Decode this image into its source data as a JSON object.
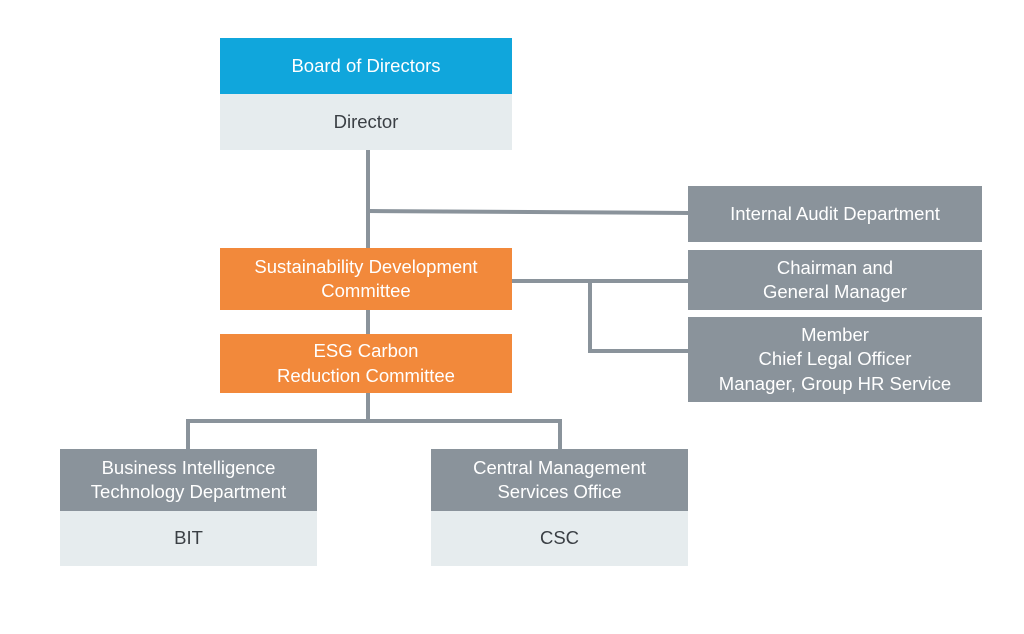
{
  "colors": {
    "header_blue": "#10a6dc",
    "sub_light": "#e6ecee",
    "committee_orange": "#f2893b",
    "unit_gray": "#8a939b",
    "connector": "#8a939b"
  },
  "board": {
    "title": "Board of Directors",
    "member": "Director"
  },
  "internal_audit": {
    "label": "Internal Audit Department"
  },
  "sustainability_committee": {
    "label": "Sustainability Development\nCommittee"
  },
  "chairman": {
    "label": "Chairman and\nGeneral Manager"
  },
  "members": {
    "label": "Member\nChief Legal Officer\nManager, Group HR Service"
  },
  "esg_committee": {
    "label": "ESG Carbon\nReduction Committee"
  },
  "bit": {
    "title": "Business Intelligence\nTechnology Department",
    "code": "BIT"
  },
  "csc": {
    "title": "Central Management\nServices Office",
    "code": "CSC"
  }
}
